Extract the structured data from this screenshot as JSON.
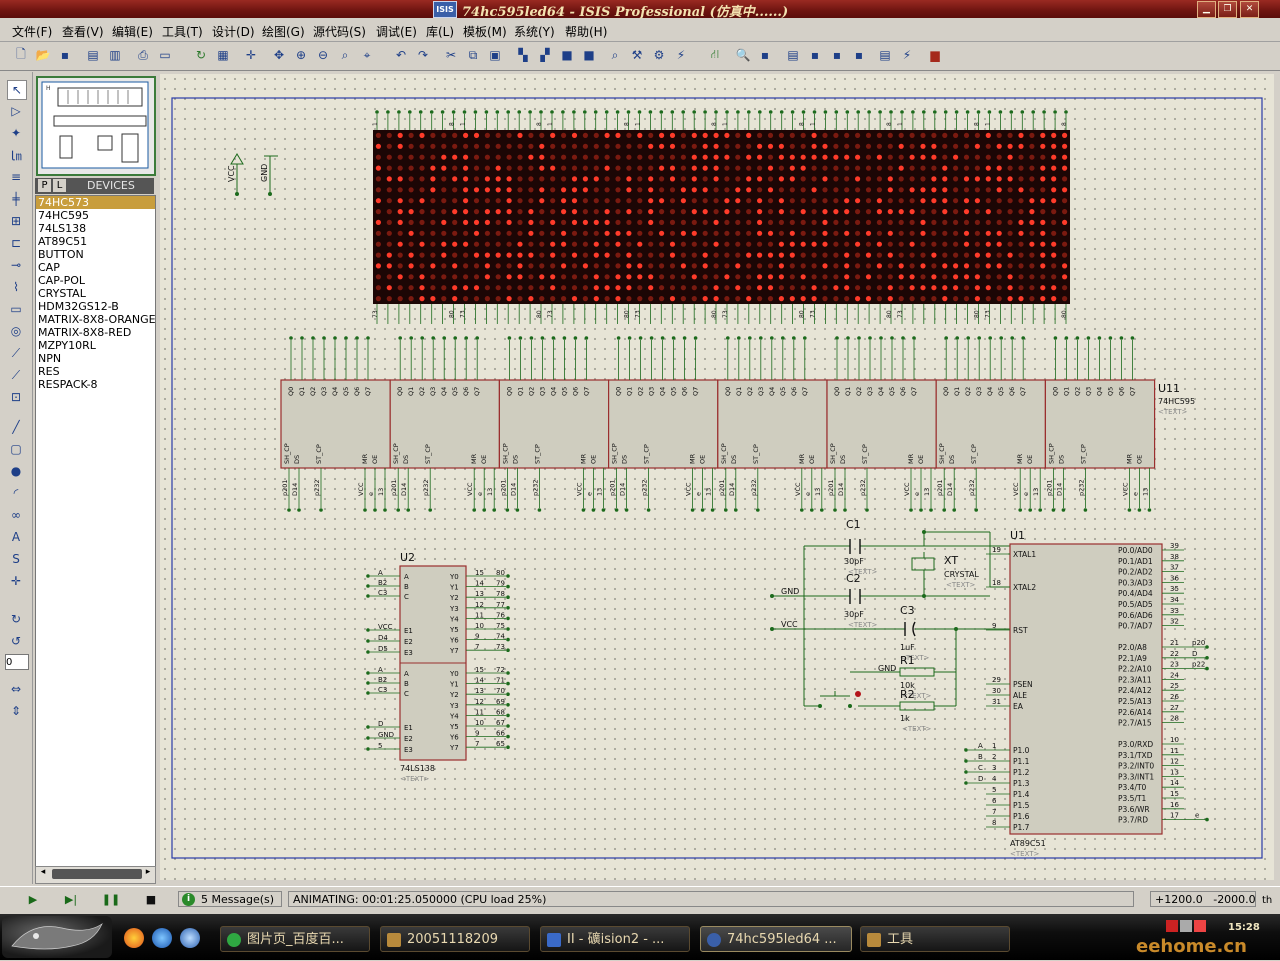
{
  "window": {
    "title": "74hc595led64 - ISIS Professional (仿真中......)",
    "app_icon": "ISIS"
  },
  "menu": [
    "文件(F)",
    "查看(V)",
    "编辑(E)",
    "工具(T)",
    "设计(D)",
    "绘图(G)",
    "源代码(S)",
    "调试(E)",
    "库(L)",
    "模板(M)",
    "系统(Y)",
    "帮助(H)"
  ],
  "panel": {
    "tab_p": "P",
    "tab_l": "L",
    "title": "DEVICES",
    "devices": [
      "74HC573",
      "74HC595",
      "74LS138",
      "AT89C51",
      "BUTTON",
      "CAP",
      "CAP-POL",
      "CRYSTAL",
      "HDM32GS12-B",
      "MATRIX-8X8-ORANGE",
      "MATRIX-8X8-RED",
      "MZPY10RL",
      "NPN",
      "RES",
      "RESPACK-8"
    ],
    "selected_index": 0,
    "rotation_value": "0"
  },
  "schematic": {
    "power": {
      "vcc": "VCC",
      "gnd": "GND"
    },
    "top_pin_numbers": [
      "1",
      "2",
      "3",
      "4",
      "5",
      "6",
      "7",
      "8"
    ],
    "bottom_pin_numbers": [
      "73",
      "74",
      "75",
      "76",
      "77",
      "78",
      "79",
      "80"
    ],
    "u11": {
      "ref": "U11",
      "part": "74HC595",
      "text": "<TEXT>"
    },
    "chip_pins_top": [
      "Q0",
      "Q1",
      "Q2",
      "Q3",
      "Q4",
      "Q5",
      "Q6",
      "Q7"
    ],
    "chip_pins_bottom": [
      "SH_CP",
      "DS",
      "ST_CP",
      "MR",
      "OE"
    ],
    "chip_nets_bottom": [
      "p201",
      "D14",
      "p232",
      "VCC",
      "e",
      "13"
    ],
    "u2": {
      "ref": "U2",
      "part": "74LS138",
      "text": "<TEXT>",
      "inputs_a": [
        "A",
        "B",
        "C"
      ],
      "inputs_a_nets": [
        "A",
        "B2",
        "C3"
      ],
      "enables_a": [
        "E1",
        "E2",
        "E3"
      ],
      "enables_a_nets": [
        "VCC",
        "D4",
        "D5"
      ],
      "outputs": [
        "Y0",
        "Y1",
        "Y2",
        "Y3",
        "Y4",
        "Y5",
        "Y6",
        "Y7"
      ],
      "outputs_a_nums": [
        "15",
        "14",
        "13",
        "12",
        "11",
        "10",
        "9",
        "7"
      ],
      "outputs_a_nets": [
        "80",
        "79",
        "78",
        "77",
        "76",
        "75",
        "74",
        "73"
      ],
      "inputs_b_nets": [
        "A",
        "B2",
        "C3"
      ],
      "enables_b_nets": [
        "D",
        "GND",
        "5"
      ],
      "outputs_b_nets": [
        "72",
        "71",
        "70",
        "69",
        "68",
        "67",
        "66",
        "65"
      ]
    },
    "u1": {
      "ref": "U1",
      "part": "AT89C51",
      "text": "<TEXT>",
      "left_pins": [
        {
          "num": "19",
          "name": "XTAL1"
        },
        {
          "num": "18",
          "name": "XTAL2"
        },
        {
          "num": "9",
          "name": "RST"
        },
        {
          "num": "29",
          "name": "PSEN"
        },
        {
          "num": "30",
          "name": "ALE"
        },
        {
          "num": "31",
          "name": "EA"
        },
        {
          "num": "1",
          "name": "P1.0"
        },
        {
          "num": "2",
          "name": "P1.1"
        },
        {
          "num": "3",
          "name": "P1.2"
        },
        {
          "num": "4",
          "name": "P1.3"
        },
        {
          "num": "5",
          "name": "P1.4"
        },
        {
          "num": "6",
          "name": "P1.5"
        },
        {
          "num": "7",
          "name": "P1.6"
        },
        {
          "num": "8",
          "name": "P1.7"
        }
      ],
      "p1_nets": [
        "A",
        "B",
        "C",
        "D"
      ],
      "right_pins": [
        {
          "num": "39",
          "name": "P0.0/AD0"
        },
        {
          "num": "38",
          "name": "P0.1/AD1"
        },
        {
          "num": "37",
          "name": "P0.2/AD2"
        },
        {
          "num": "36",
          "name": "P0.3/AD3"
        },
        {
          "num": "35",
          "name": "P0.4/AD4"
        },
        {
          "num": "34",
          "name": "P0.5/AD5"
        },
        {
          "num": "33",
          "name": "P0.6/AD6"
        },
        {
          "num": "32",
          "name": "P0.7/AD7"
        },
        {
          "num": "21",
          "name": "P2.0/A8"
        },
        {
          "num": "22",
          "name": "P2.1/A9"
        },
        {
          "num": "23",
          "name": "P2.2/A10"
        },
        {
          "num": "24",
          "name": "P2.3/A11"
        },
        {
          "num": "25",
          "name": "P2.4/A12"
        },
        {
          "num": "26",
          "name": "P2.5/A13"
        },
        {
          "num": "27",
          "name": "P2.6/A14"
        },
        {
          "num": "28",
          "name": "P2.7/A15"
        },
        {
          "num": "10",
          "name": "P3.0/RXD"
        },
        {
          "num": "11",
          "name": "P3.1/TXD"
        },
        {
          "num": "12",
          "name": "P3.2/INT0"
        },
        {
          "num": "13",
          "name": "P3.3/INT1"
        },
        {
          "num": "14",
          "name": "P3.4/T0"
        },
        {
          "num": "15",
          "name": "P3.5/T1"
        },
        {
          "num": "16",
          "name": "P3.6/WR"
        },
        {
          "num": "17",
          "name": "P3.7/RD"
        }
      ],
      "p2_nets": [
        "p20",
        "D",
        "p22"
      ],
      "p37_net": "e"
    },
    "c1": {
      "ref": "C1",
      "value": "30pF",
      "text": "<TEXT>"
    },
    "c2": {
      "ref": "C2",
      "value": "30pF",
      "text": "<TEXT>"
    },
    "c3": {
      "ref": "C3",
      "value": "1uF",
      "text": "<TEXT>"
    },
    "xt": {
      "ref": "XT",
      "value": "CRYSTAL",
      "text": "<TEXT>"
    },
    "r1": {
      "ref": "R1",
      "value": "10k",
      "text": "<TEXT>"
    },
    "r2": {
      "ref": "R2",
      "value": "1k",
      "text": "<TEXT>"
    },
    "net_gnd": "GND",
    "net_vcc": "VCC"
  },
  "status": {
    "messages": "5 Message(s)",
    "animating": "ANIMATING: 00:01:25.050000 (CPU load 25%)",
    "coord_x": "+1200.0",
    "coord_y": "-2000.0",
    "unit": "th"
  },
  "taskbar": {
    "tasks": [
      "图片页_百度百...",
      "20051118209",
      "II - 礦ision2 - ...",
      "74hc595led64 ...",
      "工具"
    ],
    "clock": "15:28",
    "watermark": "eehome.cn"
  },
  "colors": {
    "led_on": "#ff3b2a",
    "led_dim": "#7a1a10",
    "matrix_bg": "#1c0605",
    "chip_fill": "#cfcdbf",
    "chip_border": "#9a2e2e",
    "wire": "#1c6a1c",
    "canvas": "#e7e4d6"
  }
}
